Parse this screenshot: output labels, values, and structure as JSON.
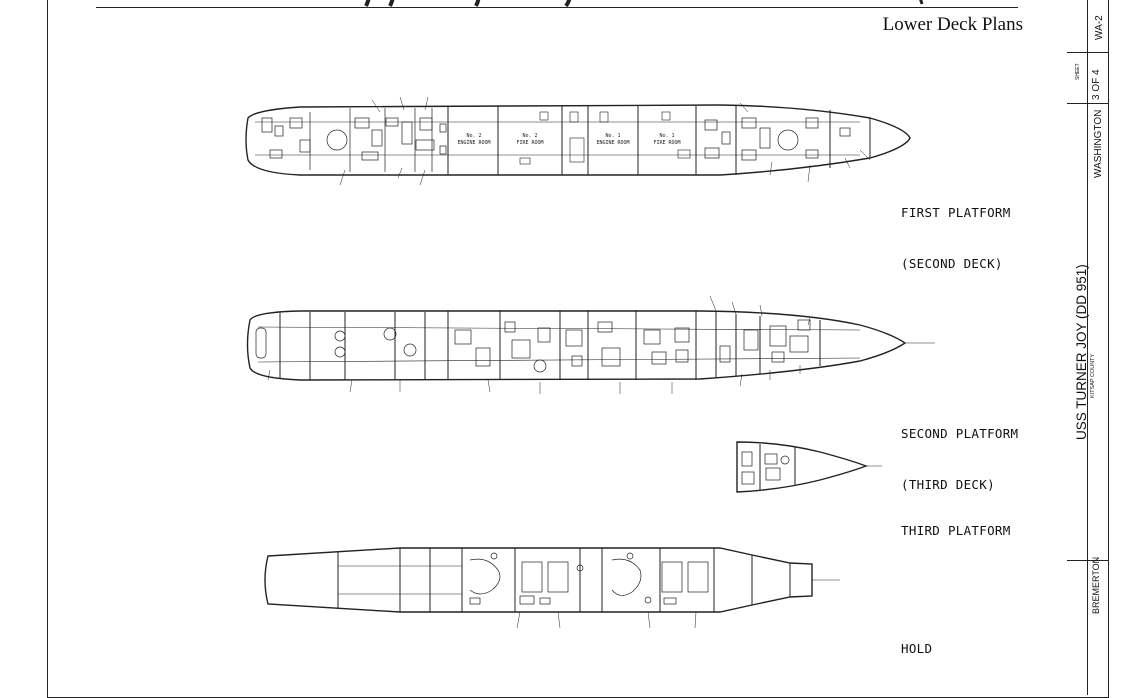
{
  "sheet": {
    "section_title": "Lower Deck Plans"
  },
  "decks": [
    {
      "name_line1": "FIRST PLATFORM",
      "name_line2": "(SECOND DECK)",
      "rooms": [
        "No. 2 ENGINE ROOM",
        "No. 2 FIRE ROOM",
        "No. 1 ENGINE ROOM",
        "No. 1 FIRE ROOM"
      ]
    },
    {
      "name_line1": "SECOND PLATFORM",
      "name_line2": "(THIRD DECK)"
    },
    {
      "name_line1": "THIRD PLATFORM",
      "name_line2": ""
    },
    {
      "name_line1": "HOLD",
      "name_line2": ""
    }
  ],
  "title_block": {
    "ship_name": "USS TURNER JOY (DD 951)",
    "county": "KITSAP COUNTY",
    "state": "WASHINGTON",
    "city": "BREMERTON",
    "sheet_label": "SHEET",
    "sheet_number": "3 OF 4",
    "record_code": "WA-2"
  }
}
